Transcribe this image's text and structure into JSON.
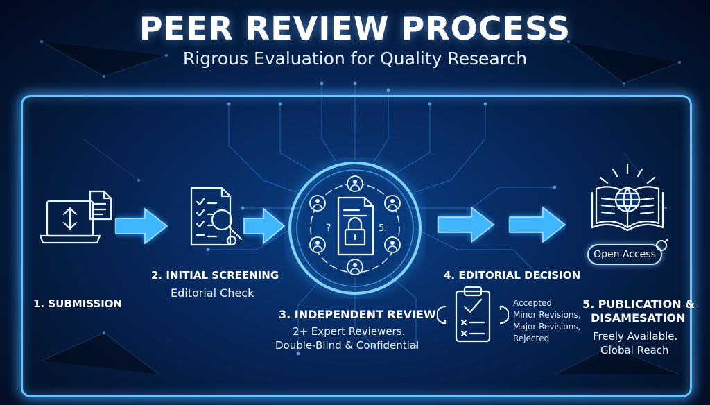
{
  "header": {
    "title": "PEER REVIEW PROCESS",
    "subtitle": "Rigrous Evaluation for Quality Research"
  },
  "steps": [
    {
      "title": "1. SUBMISSION",
      "icon": "laptop-upload-icon"
    },
    {
      "title": "2. INITIAL SCREENING",
      "subtitle": "Editorial Check",
      "icon": "checklist-magnifier-icon"
    },
    {
      "title": "3. INDEPENDENT REVIEW",
      "subtitle_line1": "2+ Expert Reviewers.",
      "subtitle_line2": "Double-Blind & Confidential",
      "icon": "locked-document-reviewers-icon",
      "marks": [
        "?",
        "5."
      ]
    },
    {
      "title": "4. EDITORIAL DECISION",
      "icon": "clipboard-checklist-icon",
      "outcomes": [
        "Accepted",
        "Minor Revisions,",
        "Major Revisions,",
        "Rejected"
      ]
    },
    {
      "title_line1": "5. PUBLICATION &",
      "title_line2": "DISAMESATION",
      "subtitle_line1": "Freely Available.",
      "subtitle_line2": "Global Reach",
      "icon": "open-book-globe-icon",
      "badge": "Open Access"
    }
  ],
  "colors": {
    "background": "#062a5e",
    "glow": "#63c6ff",
    "arrow": "#3fb6ff",
    "text": "#ffffff"
  }
}
